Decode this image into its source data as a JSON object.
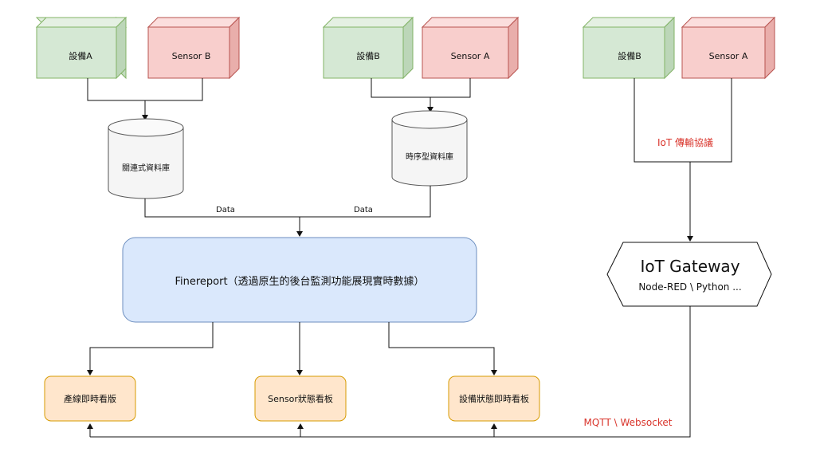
{
  "colors": {
    "green_box": "#d5e8d4",
    "green_stroke": "#82b366",
    "red_box": "#f8cecc",
    "red_stroke": "#b85450",
    "db_fill": "#f5f5f5",
    "blue_box": "#dae8fc",
    "blue_stroke": "#6c8ebf",
    "orange_box": "#ffe6cc",
    "orange_stroke": "#d79b00",
    "protocol_red": "#d9342b"
  },
  "groups": [
    {
      "device": "設備A",
      "sensor": "Sensor B"
    },
    {
      "device": "設備B",
      "sensor": "Sensor A"
    },
    {
      "device": "設備B",
      "sensor": "Sensor A"
    }
  ],
  "databases": {
    "relational": "關連式資料庫",
    "timeseries": "時序型資料庫"
  },
  "edges": {
    "data_left": "Data",
    "data_right": "Data",
    "iot_protocol": "IoT 傳輸協議",
    "mqtt": "MQTT \\ Websocket"
  },
  "finereport": {
    "label": "Finereport（透過原生的後台監測功能展現實時數據）"
  },
  "gateway": {
    "title": "IoT Gateway",
    "subtitle": "Node-RED \\ Python ..."
  },
  "dashboards": [
    "產線即時看版",
    "Sensor狀態看板",
    "設備狀態即時看板"
  ]
}
